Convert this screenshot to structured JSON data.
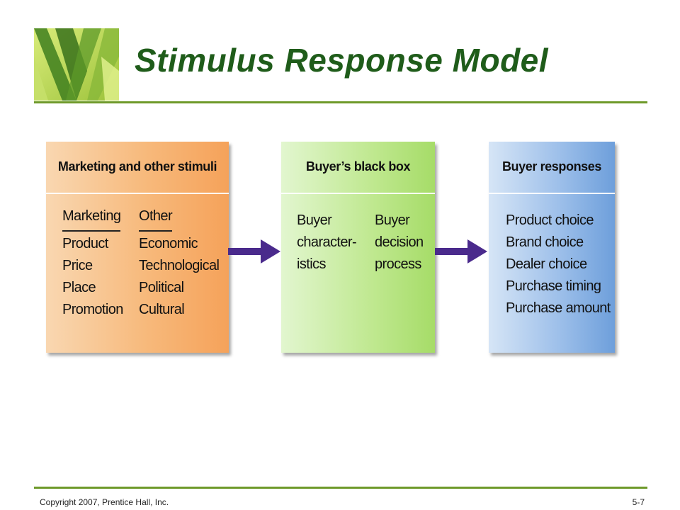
{
  "slide": {
    "title": "Stimulus Response Model",
    "footer_left": "Copyright 2007, Prentice Hall, Inc.",
    "footer_right": "5-7"
  },
  "boxes": [
    {
      "heading": "Marketing and other stimuli",
      "columns": [
        {
          "heading": "Marketing",
          "items": [
            "Product",
            "Price",
            "Place",
            "Promotion"
          ]
        },
        {
          "heading": "Other",
          "items": [
            "Economic",
            "Technological",
            "Political",
            "Cultural"
          ]
        }
      ]
    },
    {
      "heading": "Buyer’s black box",
      "columns": [
        {
          "items": [
            "Buyer",
            "character-",
            "istics"
          ]
        },
        {
          "items": [
            "Buyer",
            "decision",
            "process"
          ]
        }
      ]
    },
    {
      "heading": "Buyer responses",
      "columns": [
        {
          "items": [
            "Product choice",
            "Brand choice",
            "Dealer choice",
            "Purchase timing",
            "Purchase amount"
          ]
        }
      ]
    }
  ],
  "colors": {
    "title": "#1f5c1a",
    "rule": "#6e9a2a",
    "arrow": "#4a2a8c",
    "box_stimuli": "#f5a25a",
    "box_blackbox": "#a6dc68",
    "box_responses": "#6e9fdb"
  }
}
